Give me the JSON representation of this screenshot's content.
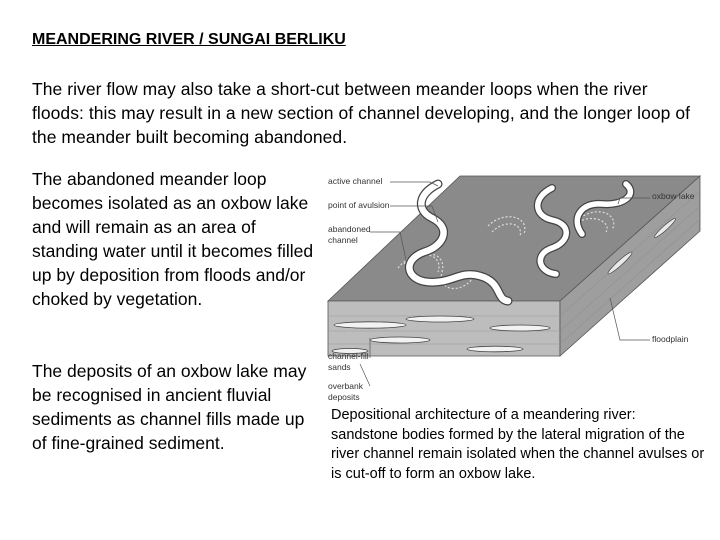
{
  "title": "MEANDERING RIVER / SUNGAI BERLIKU",
  "intro": "The river flow may also take a short-cut between meander loops when the river floods: this may result in a new section of channel developing, and the longer loop of the meander built becoming abandoned.",
  "paragraph_oxbow": "The abandoned meander loop becomes isolated as an oxbow lake and will remain as an area of standing water until it becomes filled up by deposition from floods and/or choked by vegetation.",
  "paragraph_deposits": "The deposits of an oxbow lake may be recognised in ancient fluvial sediments as channel fills made up of fine-grained sediment.",
  "caption": "Depositional architecture of a meandering river: sandstone bodies formed by the lateral migration of the river channel remain isolated when the channel avulses or is cut-off to form an oxbow lake.",
  "diagram": {
    "labels": {
      "active_channel": "active channel",
      "point_of_avulsion": "point of avulsion",
      "abandoned_1": "abandoned",
      "abandoned_2": "channel",
      "oxbow_lake": "oxbow lake",
      "floodplain": "floodplain",
      "channel_fill_1": "channel-fill",
      "channel_fill_2": "sands",
      "overbank_1": "overbank",
      "overbank_2": "deposits"
    },
    "colors": {
      "top_surface": "#8a8a8a",
      "front_face": "#bdbdbd",
      "side_face": "#9e9e9e",
      "channel": "#ffffff",
      "leader": "#555555"
    }
  }
}
